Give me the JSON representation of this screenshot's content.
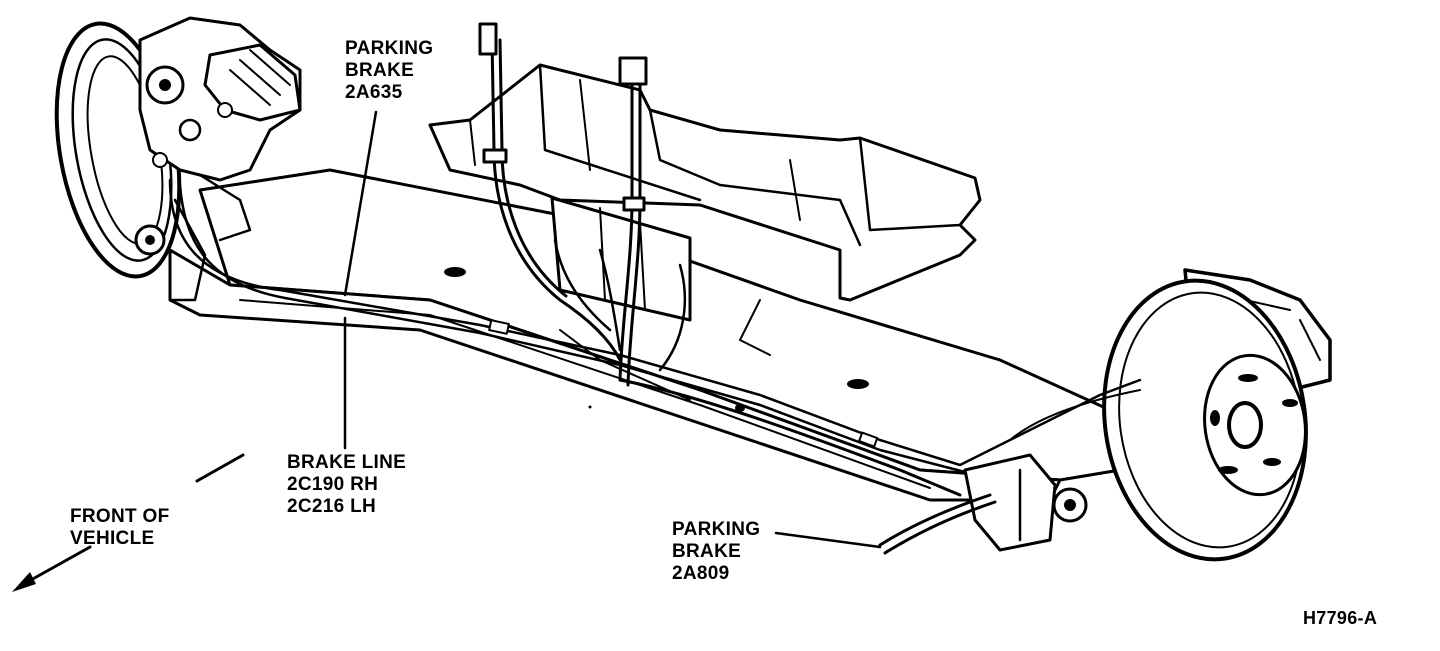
{
  "labels": {
    "parking_brake_front": {
      "line1": "PARKING",
      "line2": "BRAKE",
      "line3": "2A635"
    },
    "brake_line": {
      "line1": "BRAKE LINE",
      "line2": "2C190 RH",
      "line3": "2C216 LH"
    },
    "front_of_vehicle": {
      "line1": "FRONT OF",
      "line2": "VEHICLE"
    },
    "parking_brake_rear": {
      "line1": "PARKING",
      "line2": "BRAKE",
      "line3": "2A809"
    },
    "figure_id": "H7796-A"
  },
  "colors": {
    "ink": "#000000",
    "paper": "#ffffff"
  }
}
